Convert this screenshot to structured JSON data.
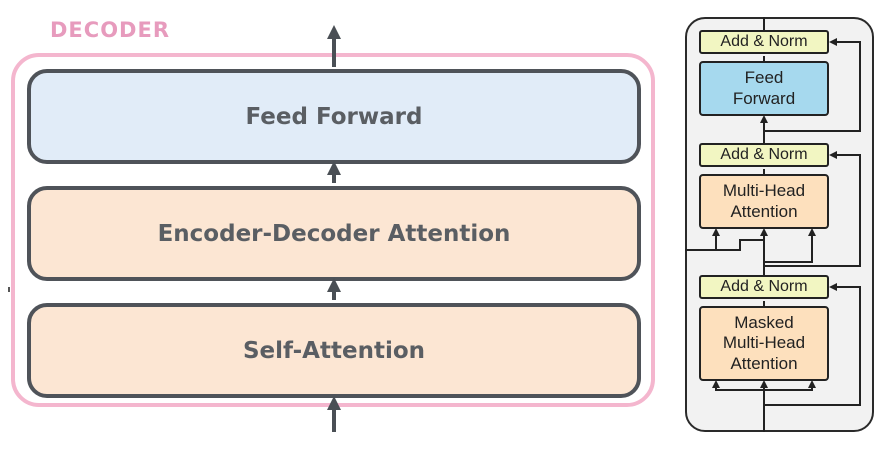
{
  "left": {
    "title": "DECODER",
    "layers": {
      "feed_forward": "Feed Forward",
      "encoder_decoder_attention": "Encoder-Decoder Attention",
      "self_attention": "Self-Attention"
    }
  },
  "right": {
    "add_norm_top": "Add & Norm",
    "feed_forward_line1": "Feed",
    "feed_forward_line2": "Forward",
    "add_norm_mid": "Add & Norm",
    "mha_line1": "Multi-Head",
    "mha_line2": "Attention",
    "add_norm_bottom": "Add & Norm",
    "mmha_line1": "Masked",
    "mmha_line2": "Multi-Head",
    "mmha_line3": "Attention"
  },
  "colors": {
    "decoder_frame": "#f4b6ce",
    "feed_forward_fill": "#e1ecf8",
    "attention_fill": "#fce6d3",
    "add_norm_fill": "#f2f6c2",
    "ff_block_fill": "#a6d9ee",
    "mha_block_fill": "#fde0bd"
  }
}
